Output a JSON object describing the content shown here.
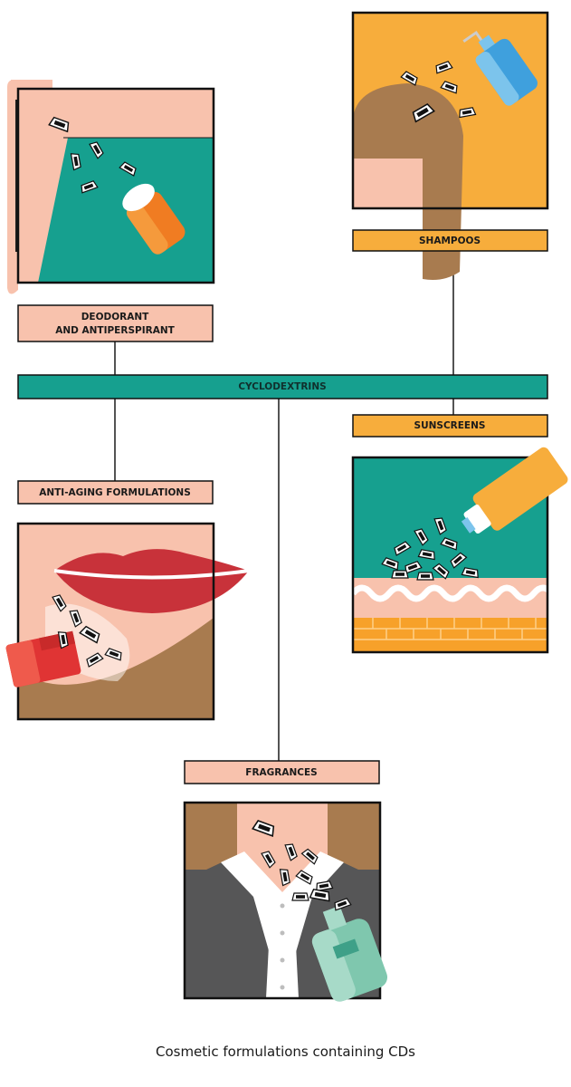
{
  "hub": {
    "label": "CYCLODEXTRINS"
  },
  "applications": {
    "deodorant": {
      "line1": "DEODORANT",
      "line2": "AND ANTIPERSPIRANT"
    },
    "shampoos": {
      "label": "SHAMPOOS"
    },
    "sunscreens": {
      "label": "SUNSCREENS"
    },
    "anti_aging": {
      "label": "ANTI-AGING FORMULATIONS"
    },
    "fragrances": {
      "label": "FRAGRANCES"
    }
  },
  "caption": "Cosmetic formulations containing CDs",
  "colors": {
    "hub_teal": "#16a08f",
    "label_peach": "#f8c2ad",
    "label_orange": "#f7ad3c",
    "skin": "#f8c2ad",
    "hair": "#a87b4f",
    "lips": "#c8323a"
  }
}
